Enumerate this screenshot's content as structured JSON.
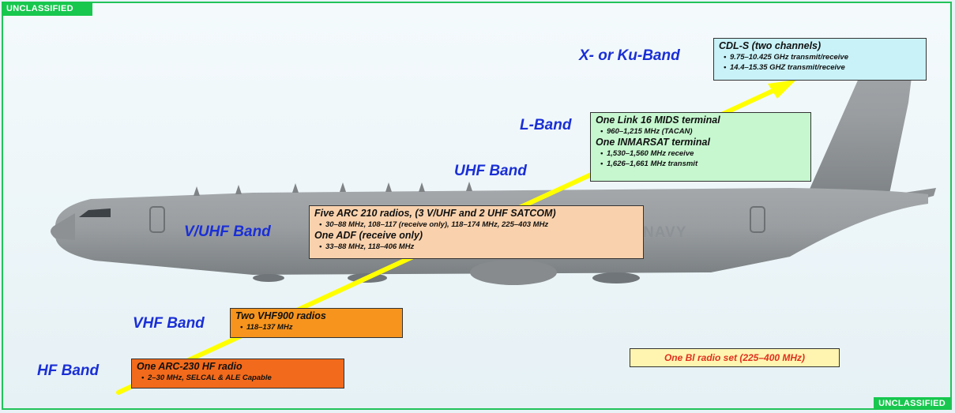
{
  "classification": {
    "top": "UNCLASSIFIED",
    "bottom": "UNCLASSIFIED"
  },
  "aircraft_marking": "NAVY",
  "colors": {
    "band_label": "#1a2fd6",
    "arrow": "#ffff00",
    "classification": "#17c74e",
    "xku_box": "#c8f2f8",
    "lband_box": "#c6f7cf",
    "vuhf_box": "#f9d2ad",
    "vhf_box": "#f6941d",
    "hf_box": "#f26a1b",
    "bl_box": "#fff5b0"
  },
  "bands": {
    "xku": "X- or Ku-Band",
    "lband": "L-Band",
    "uhf": "UHF Band",
    "vuhf": "V/UHF Band",
    "vhf": "VHF Band",
    "hf": "HF Band"
  },
  "boxes": {
    "xku": {
      "title": "CDL-S (two channels)",
      "items": [
        "9.75–10.425 GHz transmit/receive",
        "14.4–15.35 GHZ transmit/receive"
      ]
    },
    "lband": {
      "title1": "One Link 16 MIDS terminal",
      "items1": [
        "960–1,215 MHz (TACAN)"
      ],
      "title2": "One INMARSAT terminal",
      "items2": [
        "1,530–1,560 MHz receive",
        "1,626–1,661 MHz transmit"
      ]
    },
    "vuhf": {
      "title1": "Five ARC 210 radios, (3 V/UHF and 2 UHF SATCOM)",
      "items1": [
        "30–88 MHz, 108–117 (receive only), 118–174 MHz, 225–403 MHz"
      ],
      "title2": "One ADF (receive only)",
      "items2": [
        "33–88 MHz, 118–406 MHz"
      ]
    },
    "vhf": {
      "title": "Two VHF900 radios",
      "items": [
        "118–137 MHz"
      ]
    },
    "hf": {
      "title": "One ARC-230 HF radio",
      "items": [
        "2–30 MHz, SELCAL & ALE Capable"
      ]
    },
    "bl": {
      "title": "One Bl radio set (225–400 MHz)"
    }
  }
}
